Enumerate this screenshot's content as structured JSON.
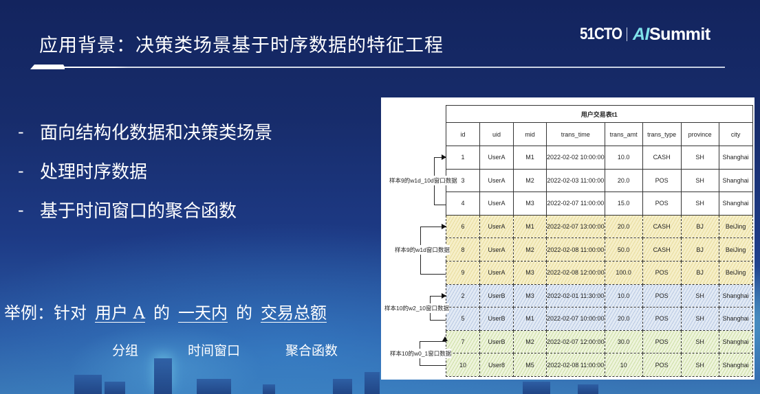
{
  "slide": {
    "title": "应用背景：决策类场景基于时序数据的特征工程",
    "logo": {
      "brand": "51CTO",
      "event_prefix": "AI",
      "event_suffix": "Summit"
    },
    "bullets": [
      {
        "dash": "-",
        "text": "面向结构化数据和决策类场景"
      },
      {
        "dash": "-",
        "text": "处理时序数据"
      },
      {
        "dash": "-",
        "text": "基于时间窗口的聚合函数"
      }
    ],
    "example": {
      "prefix": "举例：针对",
      "group_term": "用户 A",
      "of1": "的",
      "window_term": "一天内",
      "of2": "的",
      "agg_term": "交易总额"
    },
    "term_labels": {
      "group": "分组",
      "window": "时间窗口",
      "agg": "聚合函数"
    }
  },
  "figure": {
    "table_caption": "用户交易表t1",
    "columns": [
      "id",
      "uid",
      "mid",
      "trans_time",
      "trans_amt",
      "trans_type",
      "province",
      "city"
    ],
    "rows": [
      {
        "group": "none",
        "cells": [
          "1",
          "UserA",
          "M1",
          "2022-02-02 10:00:00",
          "10.0",
          "CASH",
          "SH",
          "Shanghai"
        ]
      },
      {
        "group": "none",
        "cells": [
          "3",
          "UserA",
          "M2",
          "2022-02-03 11:00:00",
          "20.0",
          "POS",
          "SH",
          "Shanghai"
        ]
      },
      {
        "group": "none",
        "cells": [
          "4",
          "UserA",
          "M3",
          "2022-02-07 11:00:00",
          "15.0",
          "POS",
          "SH",
          "Shanghai"
        ]
      },
      {
        "group": "yellow",
        "cells": [
          "6",
          "UserA",
          "M1",
          "2022-02-07 13:00:00",
          "20.0",
          "CASH",
          "BJ",
          "BeiJing"
        ]
      },
      {
        "group": "yellow",
        "cells": [
          "8",
          "UserA",
          "M2",
          "2022-02-08 11:00:00",
          "50.0",
          "CASH",
          "BJ",
          "BeiJing"
        ]
      },
      {
        "group": "yellow",
        "cells": [
          "9",
          "UserA",
          "M3",
          "2022-02-08 12:00:00",
          "100.0",
          "POS",
          "BJ",
          "BeiJing"
        ]
      },
      {
        "group": "blue",
        "cells": [
          "2",
          "UserB",
          "M3",
          "2022-02-01 11:30:00",
          "10.0",
          "POS",
          "SH",
          "Shanghai"
        ]
      },
      {
        "group": "blue",
        "cells": [
          "5",
          "UserB",
          "M1",
          "2022-02-07 10:00:00",
          "20.0",
          "POS",
          "SH",
          "Shanghai"
        ]
      },
      {
        "group": "green",
        "cells": [
          "7",
          "UserB",
          "M2",
          "2022-02-07 12:00:00",
          "30.0",
          "POS",
          "SH",
          "Shanghai"
        ]
      },
      {
        "group": "green",
        "cells": [
          "10",
          "User8",
          "M5",
          "2022-02-08 11:00:00",
          "10",
          "POS",
          "SH",
          "Shanghai"
        ]
      }
    ],
    "window_annotations": [
      {
        "label": "样本9的w1d_10d窗口数据"
      },
      {
        "label": "样本9的w1d窗口数据"
      },
      {
        "label": "样本10的w2_10窗口数据"
      },
      {
        "label": "样本10的w0_1窗口数据"
      }
    ]
  }
}
